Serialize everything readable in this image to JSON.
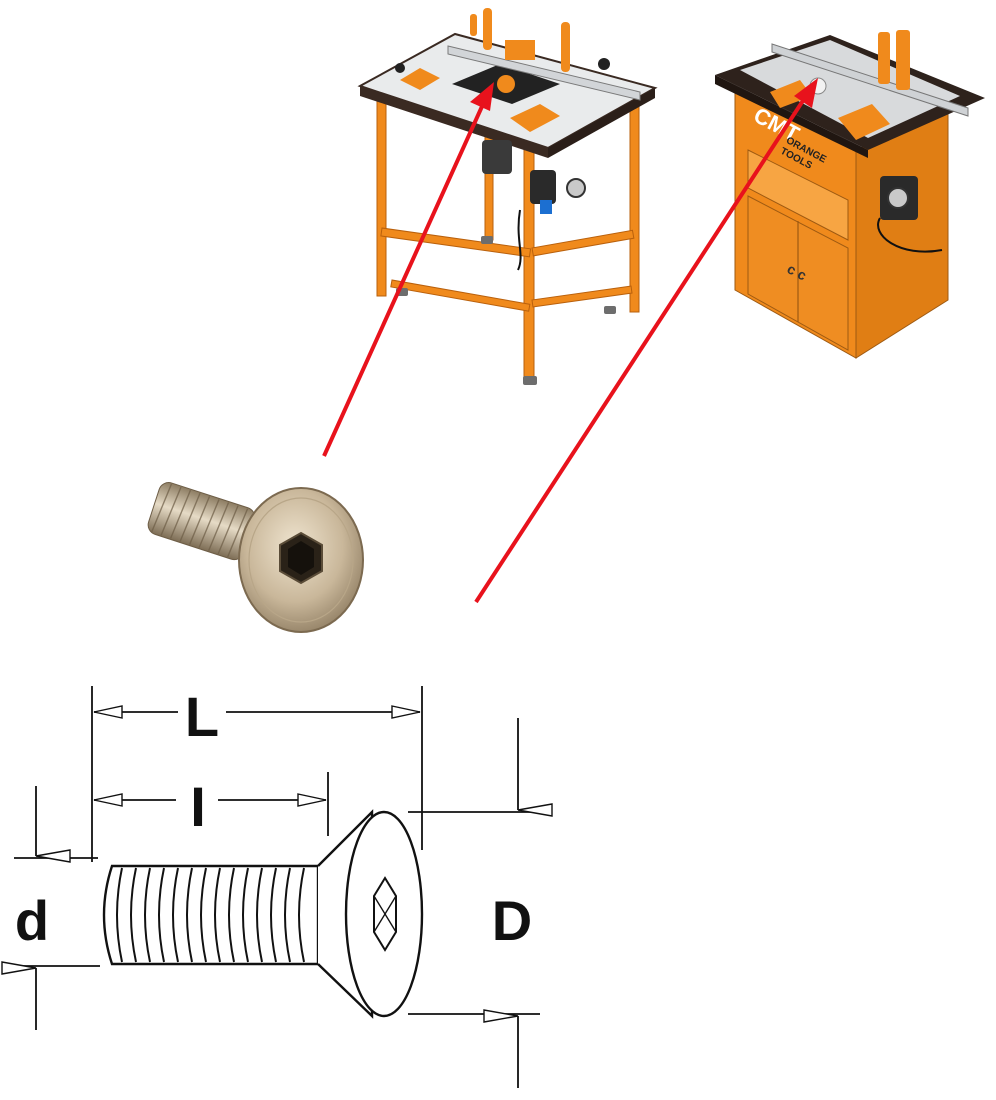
{
  "colors": {
    "accent_orange": "#f08a1c",
    "pointer_red": "#e8121c",
    "table_top": "#e9ebec",
    "table_edge": "#3a2a22",
    "screw_metal": "#c9b79a",
    "drawing_ink": "#111111"
  },
  "products": {
    "router_table_stand": {
      "icon": "router-table-stand-icon"
    },
    "router_table_cabinet": {
      "icon": "router-table-cabinet-icon",
      "brand_text": "CMT",
      "brand_subtext_1": "ORANGE",
      "brand_subtext_2": "TOOLS"
    }
  },
  "screw_photo": {
    "icon": "countersunk-hex-screw-icon"
  },
  "technical_drawing": {
    "labels": {
      "overall_length": "L",
      "thread_length": "I",
      "thread_diameter": "d",
      "head_diameter": "D"
    }
  }
}
